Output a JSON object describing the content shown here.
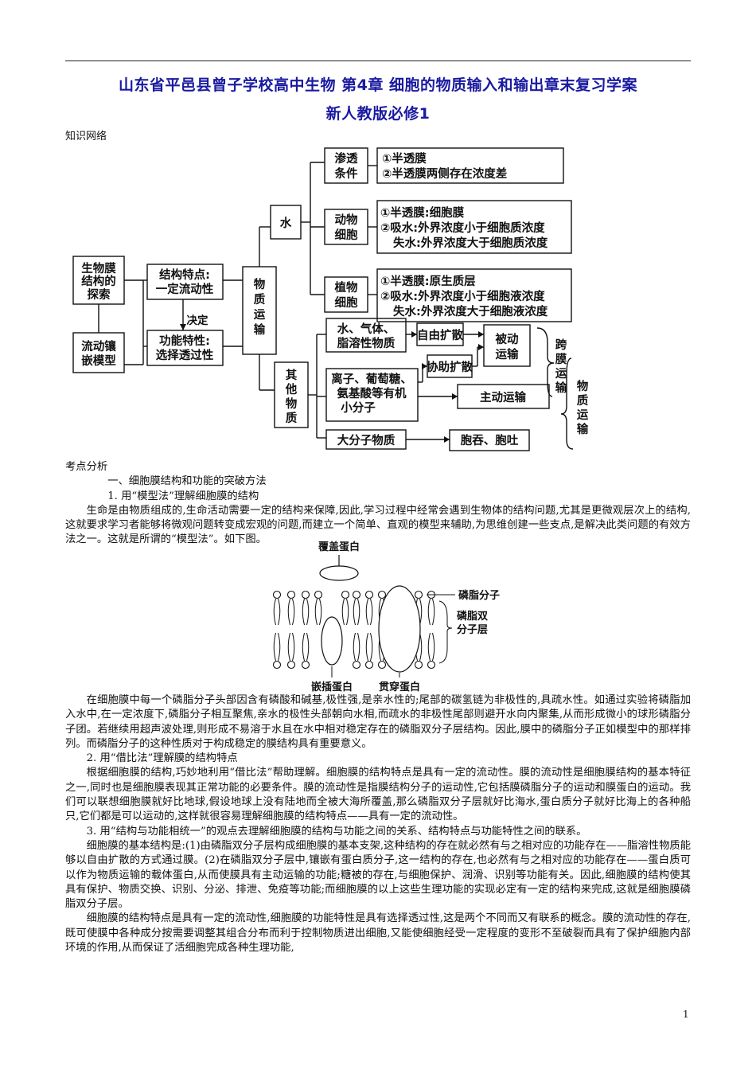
{
  "header": {
    "title_line1": "山东省平邑县曾子学校高中生物 第4章 细胞的物质输入和输出章末复习学案",
    "title_line2": "新人教版必修1"
  },
  "knowledge_map": {
    "heading": "知识网络",
    "nodes": {
      "membrane_structure": [
        "生物膜",
        "结构的",
        "探索"
      ],
      "fluid_mosaic": [
        "流动镶",
        "嵌模型"
      ],
      "structure_feature": [
        "结构特点:",
        "一定流动性"
      ],
      "determines": "决定",
      "function_feature": [
        "功能特性:",
        "选择透过性"
      ],
      "transport": [
        "物",
        "质",
        "运",
        "输"
      ],
      "water": "水",
      "other_substances": [
        "其",
        "他",
        "物",
        "质"
      ],
      "osmosis_cond": [
        "渗透",
        "条件"
      ],
      "osmosis_detail": [
        "①半透膜",
        "②半透膜两侧存在浓度差"
      ],
      "animal_cell": [
        "动物",
        "细胞"
      ],
      "animal_detail": [
        "①半透膜:细胞膜",
        "②吸水:外界浓度小于细胞质浓度",
        "失水:外界浓度大于细胞质浓度"
      ],
      "plant_cell": [
        "植物",
        "细胞"
      ],
      "plant_detail": [
        "①半透膜:原生质层",
        "②吸水:外界浓度小于细胞液浓度",
        "失水:外界浓度大于细胞液浓度"
      ],
      "small_molecules": [
        "水、气体、",
        "脂溶性物质"
      ],
      "ions": [
        "离子、葡萄糖、",
        "氨基酸等有机",
        "小分子"
      ],
      "macromolecules": "大分子物质",
      "free_diffusion": "自由扩散",
      "facilitated_diffusion": "协助扩散",
      "passive_transport": [
        "被动",
        "运输"
      ],
      "active_transport": "主动运输",
      "endo_exo": "胞吞、胞吐",
      "transmembrane": [
        "跨",
        "膜",
        "运",
        "输"
      ],
      "substance_transport": [
        "物",
        "质",
        "运",
        "输"
      ]
    }
  },
  "analysis": {
    "heading": "考点分析",
    "section1": "一、细胞膜结构和功能的突破方法",
    "item1": "1. 用“模型法”理解细胞膜的结构",
    "para1": "生命是由物质组成的,生命活动需要一定的结构来保障,因此,学习过程中经常会遇到生物体的结构问题,尤其是更微观层次上的结构,这就要求学习者能够将微观问题转变成宏观的问题,而建立一个简单、直观的模型来辅助,为思维创建一些支点,是解决此类问题的有效方法之一。这就是所谓的“模型法”。如下图。",
    "para2": "在细胞膜中每一个磷脂分子头部因含有磷酸和碱基,极性强,是亲水性的;尾部的碳氢链为非极性的,具疏水性。如通过实验将磷脂加入水中,在一定浓度下,磷脂分子相互聚焦,亲水的极性头部朝向水相,而疏水的非极性尾部则避开水向内聚集,从而形成微小的球形磷脂分子团。若继续用超声波处理,则形成不易溶于水且在水中相对稳定存在的磷脂双分子层结构。因此,膜中的磷脂分子正如模型中的那样排列。而磷脂分子的这种性质对于构成稳定的膜结构具有重要意义。",
    "item2": "2. 用“借比法”理解膜的结构特点",
    "para3": "根据细胞膜的结构,巧妙地利用“借比法”帮助理解。细胞膜的结构特点是具有一定的流动性。膜的流动性是细胞膜结构的基本特征之一,同时也是细胞膜表现其正常功能的必要条件。膜的流动性是指膜结构分子的运动性,它包括膜磷脂分子的运动和膜蛋白的运动。我们可以联想细胞膜就好比地球,假设地球上没有陆地而全被大海所覆盖,那么磷脂双分子层就好比海水,蛋白质分子就好比海上的各种船只,它们都是可以运动的,这样就很容易理解细胞膜的结构特点——具有一定的流动性。",
    "item3": "3. 用“结构与功能相统一”的观点去理解细胞膜的结构与功能之间的关系、结构特点与功能特性之间的联系。",
    "para4": "细胞膜的基本结构是:(1)由磷脂双分子层构成细胞膜的基本支架,这种结构的存在就必然有与之相对应的功能存在——脂溶性物质能够以自由扩散的方式通过膜。(2)在磷脂双分子层中,镶嵌有蛋白质分子,这一结构的存在,也必然有与之相对应的功能存在——蛋白质可以作为物质运输的载体蛋白,从而使膜具有主动运输的功能;糖被的存在,与细胞保护、润滑、识别等功能有关。因此,细胞膜的结构使其具有保护、物质交换、识别、分泌、排泄、免疫等功能;而细胞膜的以上这些生理功能的实现必定有一定的结构来完成,这就是细胞膜磷脂双分子层。",
    "para5": "细胞膜的结构特点是具有一定的流动性,细胞膜的功能特性是具有选择透过性,这是两个不同而又有联系的概念。膜的流动性的存在,既可使膜中各种成分按需要调整其组合分布而利于控制物质进出细胞,又能使细胞经受一定程度的变形不至破裂而具有了保护细胞内部环境的作用,从而保证了活细胞完成各种生理功能,"
  },
  "membrane_figure": {
    "label_covering": "覆盖蛋白",
    "label_phospholipid": "磷脂分子",
    "label_bilayer": [
      "磷脂双",
      "分子层"
    ],
    "label_embedded": "嵌插蛋白",
    "label_transmembrane": "贯穿蛋白"
  },
  "footer": {
    "page_number": "1"
  }
}
